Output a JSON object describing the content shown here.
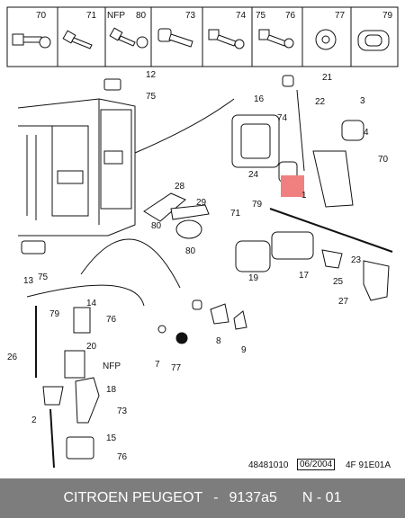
{
  "header_parts": [
    {
      "label": "70"
    },
    {
      "label": "71"
    },
    {
      "label": "NFP"
    },
    {
      "label": "80"
    },
    {
      "label": "73"
    },
    {
      "label": "74"
    },
    {
      "label": "75"
    },
    {
      "label": "76"
    },
    {
      "label": "77"
    },
    {
      "label": "79"
    }
  ],
  "callouts": {
    "c1": "1",
    "c2": "2",
    "c3": "3",
    "c4": "4",
    "c7": "7",
    "c8": "8",
    "c9": "9",
    "c12": "12",
    "c13": "13",
    "c14": "14",
    "c15": "15",
    "c16": "16",
    "c17": "17",
    "c18": "18",
    "c19": "19",
    "c20": "20",
    "c21": "21",
    "c22": "22",
    "c23": "23",
    "c24": "24",
    "c25": "25",
    "c26": "26",
    "c27": "27",
    "c28": "28",
    "c29": "29",
    "c70": "70",
    "c71": "71",
    "c73": "73",
    "c74": "74",
    "c75a": "75",
    "c75b": "75",
    "c76a": "76",
    "c76b": "76",
    "c77": "77",
    "c79a": "79",
    "c79b": "79",
    "c80a": "80",
    "c80b": "80",
    "cnfp": "NFP"
  },
  "ref": {
    "number": "48481010",
    "date": "06/2004",
    "code": "4F 91E01A"
  },
  "footer": {
    "brand": "CITROEN PEUGEOT",
    "separator": "-",
    "part_number": "9137a5",
    "page": "N - 01"
  },
  "colors": {
    "highlight": "#f08080",
    "footer_bg": "#7d7d7d"
  }
}
